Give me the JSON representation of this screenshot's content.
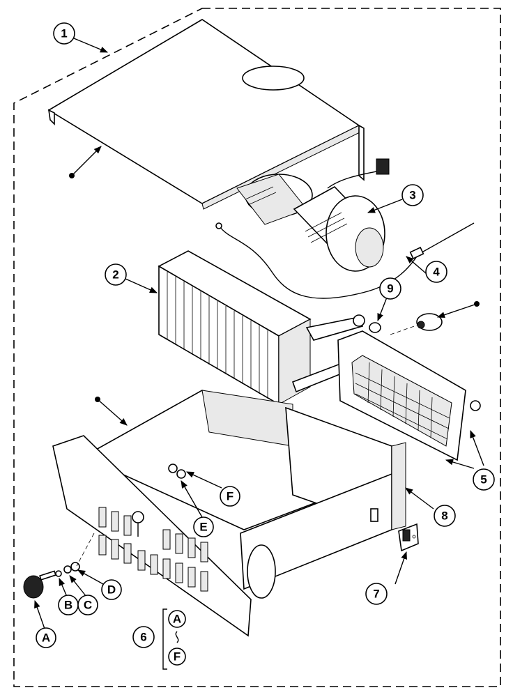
{
  "callouts": {
    "c1": "1",
    "c2": "2",
    "c3": "3",
    "c4": "4",
    "c5": "5",
    "c6": "6",
    "c7": "7",
    "c8": "8",
    "c9": "9"
  },
  "hardware": {
    "a": "A",
    "b": "B",
    "c": "C",
    "d": "D",
    "e": "E",
    "f": "F"
  },
  "kit": {
    "start": "A",
    "end": "F"
  }
}
